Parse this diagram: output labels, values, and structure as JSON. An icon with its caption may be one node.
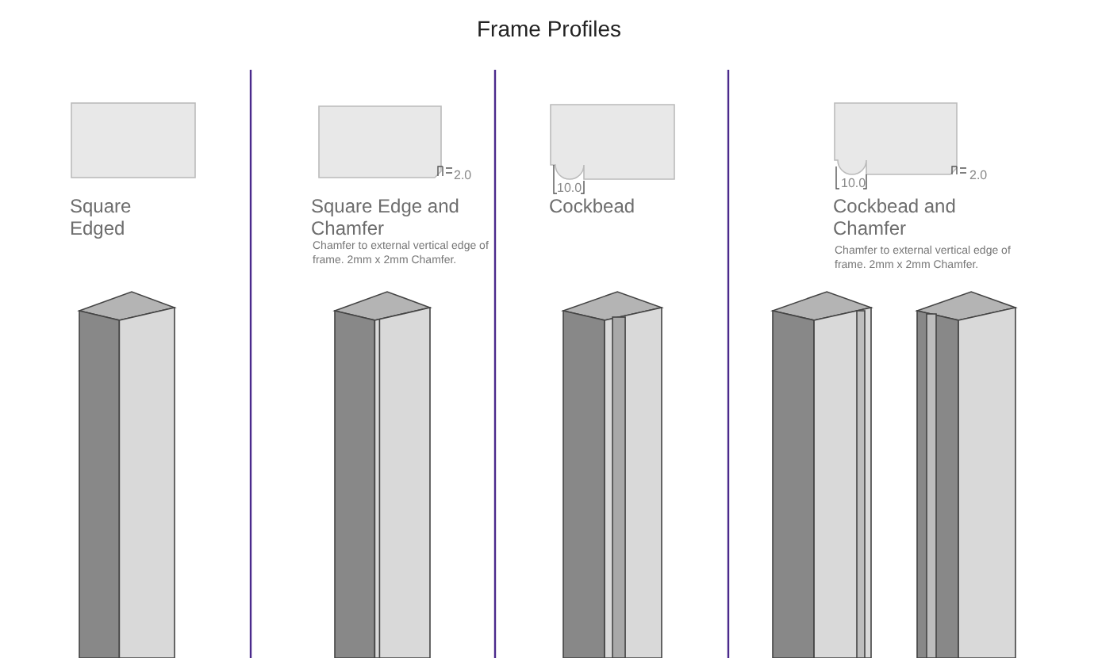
{
  "diagram": {
    "title": "Frame Profiles",
    "labels": [
      "Square Edged",
      "2.0",
      "Square Edge and Chamfer",
      "Chamfer to external vertical edge of frame. 2mm x 2mm Chamfer.",
      "10.0",
      "Cockbead",
      "10.0",
      "2.0",
      "Cockbead and Chamfer",
      "Chamfer to external vertical edge of frame. 2mm x 2mm Chamfer."
    ]
  }
}
